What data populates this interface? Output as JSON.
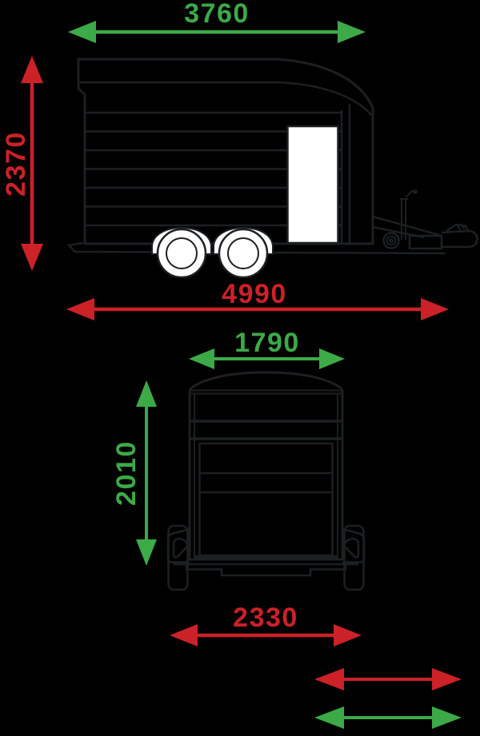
{
  "colors": {
    "external_red": "#cc2127",
    "internal_green": "#3caa47",
    "background": "#000000",
    "drawing_line": "#1c2020",
    "drawing_white": "#ffffff"
  },
  "side_view": {
    "top_body_length": "3760",
    "overall_height": "2370",
    "overall_length": "4990"
  },
  "front_view": {
    "inner_width": "1790",
    "inner_height": "2010",
    "overall_width": "2330"
  }
}
